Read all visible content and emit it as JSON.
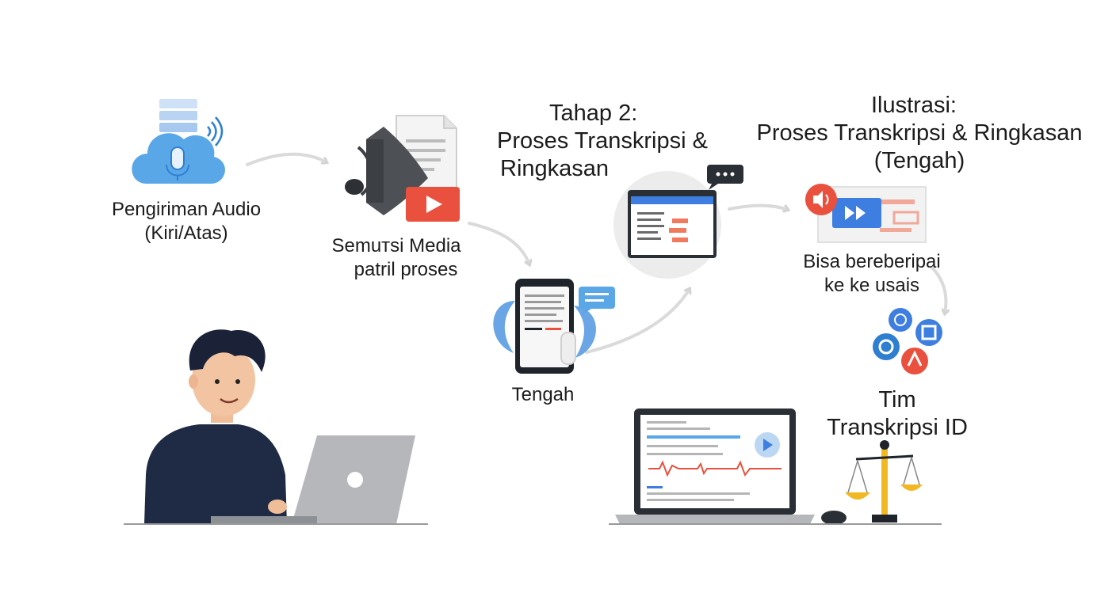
{
  "nodes": {
    "audio_send": {
      "line1": "Pengiriman Audio",
      "line2": "(Kiri/Atas)"
    },
    "media": {
      "line1": "Semuтsi Media",
      "line2": "patril proses"
    },
    "middle": {
      "label": "Tengah"
    },
    "stage2": {
      "line1": "Tahap 2:",
      "line2": "Proses Transkripsi &",
      "line3": "Ringkasan"
    },
    "illustration": {
      "line1": "Ilustrasi:",
      "line2": "Proses Transkripsi & Ringkasan",
      "line3": "(Tengah)"
    },
    "can_do": {
      "line1": "Bisa bereberipai",
      "line2": "ke ke usais"
    },
    "team": {
      "line1": "Tim",
      "line2": "Transkripsi ID"
    }
  },
  "colors": {
    "cloud_blue": "#5aa7e8",
    "arrow_gray": "#d6d6d6",
    "play_red": "#e9513e",
    "accent_blue": "#3d7ee0",
    "sweater_navy": "#1f2a44",
    "scale_gold": "#f2b824"
  },
  "icons": [
    "cloud-microphone-icon",
    "speaker-document-icon",
    "video-play-icon",
    "phone-transcript-icon",
    "chat-bubble-icon",
    "browser-window-icon",
    "audio-forward-icon",
    "tool-cluster-icon",
    "balance-scale-icon",
    "computer-mouse-icon"
  ]
}
